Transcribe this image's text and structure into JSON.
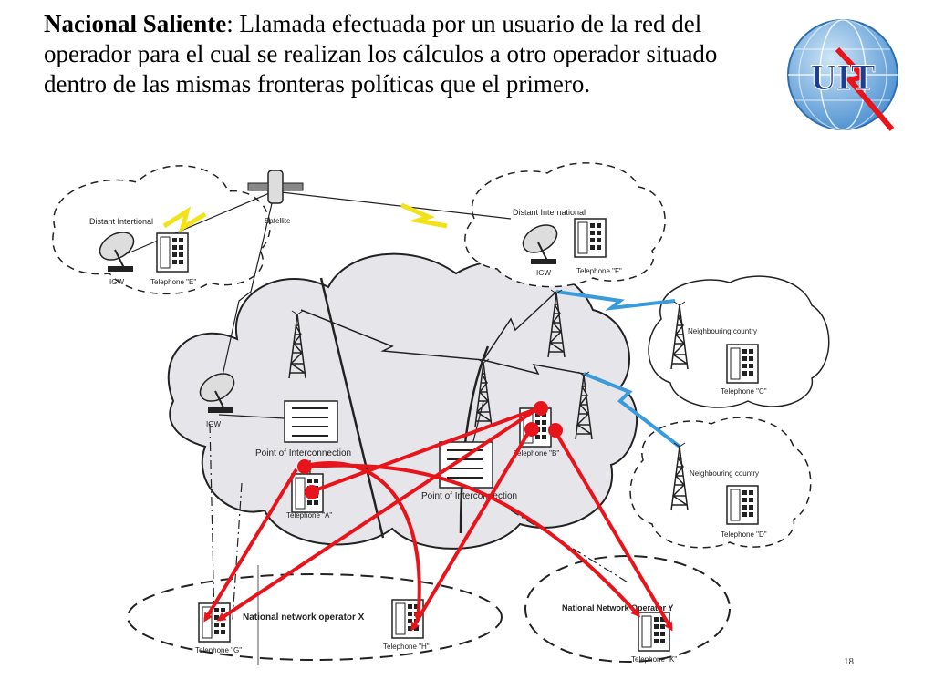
{
  "title": {
    "bold": "Nacional Saliente",
    "rest": ": Llamada efectuada por un usuario de la red del operador para el cual se realizan los cálculos a otro operador situado dentro de las mismas fronteras políticas que el primero."
  },
  "logo": {
    "text": "UIT"
  },
  "diagram": {
    "labels": {
      "distant_left": "Distant Intertional",
      "distant_right": "Distant International",
      "satellite": "Satellite",
      "igw_e": "IGW",
      "tel_e": "Telephone \"E\"",
      "igw_f": "IGW",
      "tel_f": "Telephone \"F\"",
      "igw_main": "IGW",
      "poi_left": "Point of Interconnection",
      "poi_right": "Point of Interconnection",
      "tel_a": "Telephone \"A\"",
      "tel_b": "Telephone \"B\"",
      "neighbour_c": "Neighbouring country",
      "tel_c": "Telephone \"C\"",
      "neighbour_d": "Neighbouring country",
      "tel_d": "Telephone \"D\"",
      "nat_op_x": "National network operator X",
      "tel_g": "Telephone \"G\"",
      "tel_h": "Telephone \"H\"",
      "nat_op_y": "National Network Operator Y",
      "tel_k": "Telephone \"K\""
    }
  },
  "colors": {
    "arrow": "#e8141b",
    "lightning_yellow": "#f2e21a",
    "lightning_blue": "#3a9bdc"
  },
  "page_number": "18"
}
